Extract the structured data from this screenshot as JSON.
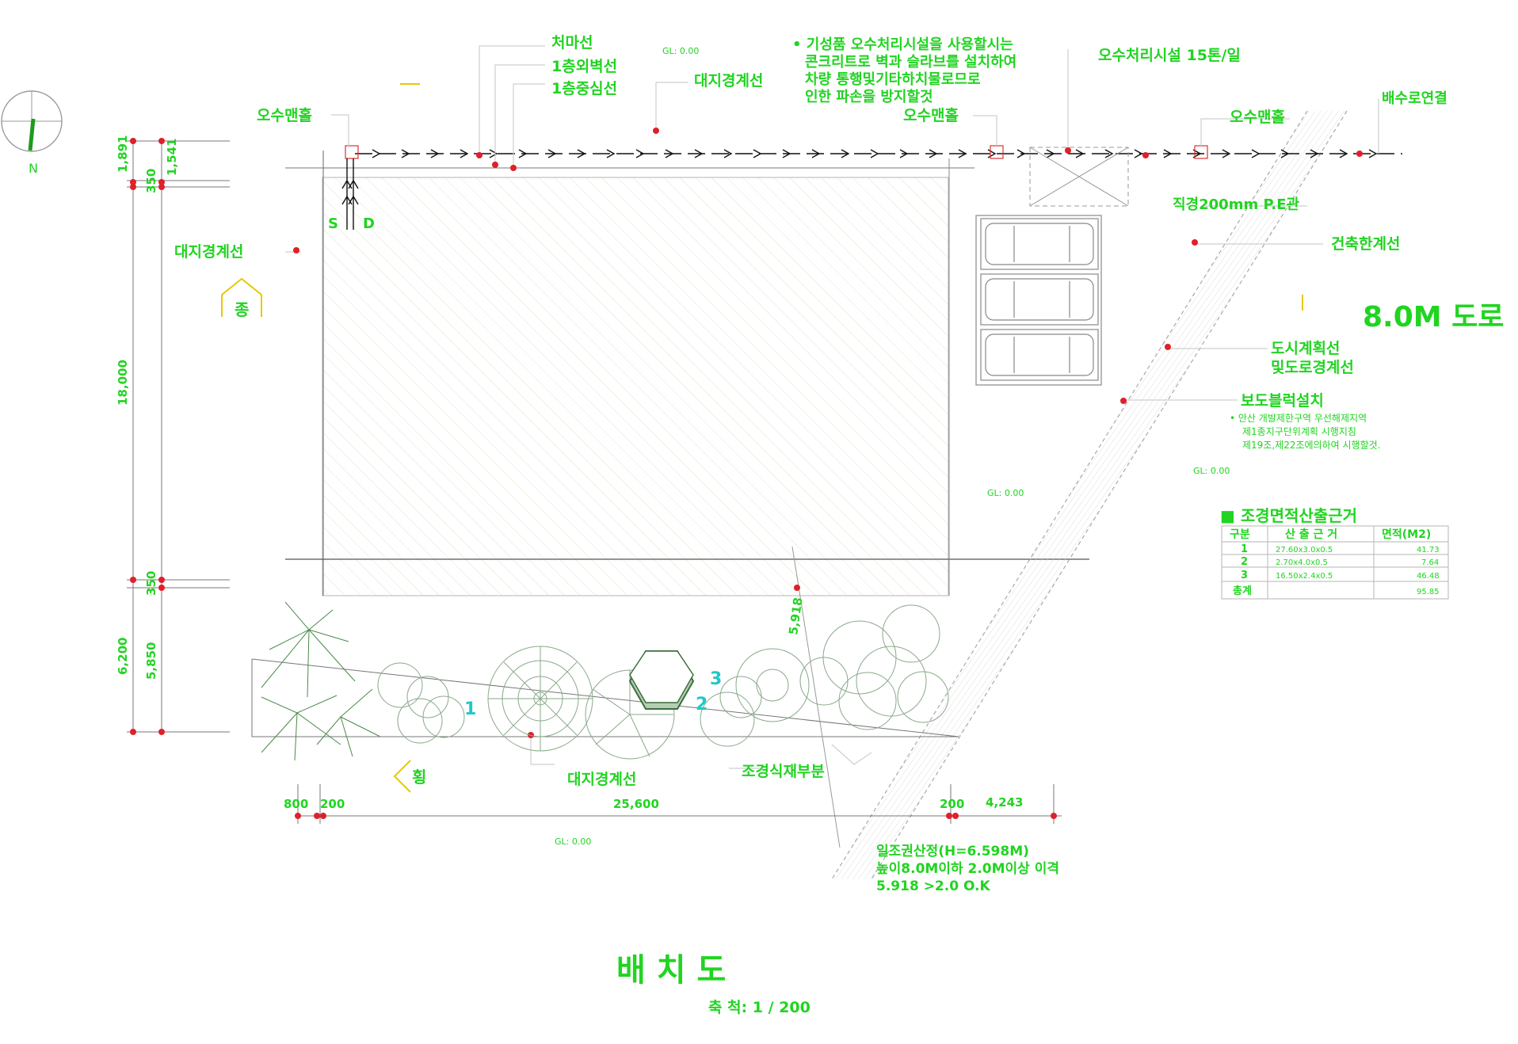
{
  "north": {
    "label": "N"
  },
  "top": {
    "eave_line": "처마선",
    "outer_wall_1f": "1층외벽선",
    "center_line_1f": "1층중심선",
    "gl_top": "GL: 0.00",
    "site_boundary_top": "대지경계선",
    "note_lines": [
      "• 기성품 오수처리시설을 사용할시는",
      "콘크리트로 벽과 슬라브를 설치하여",
      "차량 통행및기타하치물로므로",
      "인한 파손을 방지할것"
    ],
    "septic_capacity": "오수처리시설 15톤/일",
    "drain_connection": "배수로연결",
    "manhole_left": "오수맨홀",
    "manhole_mid": "오수맨홀",
    "manhole_right": "오수맨홀",
    "pipe": "직경200mm P.E관",
    "s_label": "S",
    "d_label": "D"
  },
  "left": {
    "site_boundary": "대지경계선",
    "jong": "종",
    "dim_1891": "1,891",
    "dim_1541": "1,541",
    "dim_350_top": "350",
    "dim_18000": "18,000",
    "dim_350_bot": "350",
    "dim_6200": "6,200",
    "dim_5850": "5,850"
  },
  "right": {
    "building_limit": "건축한계선",
    "road": "8.0M 도로",
    "urban_plan_line_1": "도시계획선",
    "urban_plan_line_2": "및도로경계선",
    "sidewalk": "보도블럭설치",
    "sidewalk_note": [
      "• 안산 개발제한구역 우선해제지역",
      "제1종지구단위계획 시행지침",
      "제19조,제22조에의하여 시행할것."
    ],
    "gl_right": "GL: 0.00",
    "gl_mid": "GL: 0.00"
  },
  "table": {
    "title": "■ 조경면적산출근거",
    "headers": [
      "구분",
      "산 출 근 거",
      "면적(M2)"
    ],
    "rows": [
      [
        "1",
        "27.60x3.0x0.5",
        "41.73"
      ],
      [
        "2",
        "2.70x4.0x0.5",
        "7.64"
      ],
      [
        "3",
        "16.50x2.4x0.5",
        "46.48"
      ],
      [
        "총계",
        "",
        "95.85"
      ]
    ]
  },
  "bottom": {
    "hoeng": "횡",
    "site_boundary": "대지경계선",
    "landscape_part": "조경식재부분",
    "dim_800": "800",
    "dim_200a": "200",
    "dim_25600": "25,600",
    "dim_200b": "200",
    "dim_4243": "4,243",
    "dim_5918": "5,918",
    "gl_bottom": "GL: 0.00",
    "sunlight_lines": [
      "일조권산정(H=6.598M)",
      "높이8.0M이하 2.0M이상 이격",
      "5.918 >2.0  O.K"
    ],
    "tree_nums": [
      "1",
      "2",
      "3"
    ]
  },
  "title": {
    "main": "배     치     도",
    "scale": "축 척: 1 / 200"
  },
  "colors": {
    "green": "#21d421",
    "cyan": "#22c7c7",
    "yellow": "#e6c800",
    "red": "#e0202a"
  }
}
